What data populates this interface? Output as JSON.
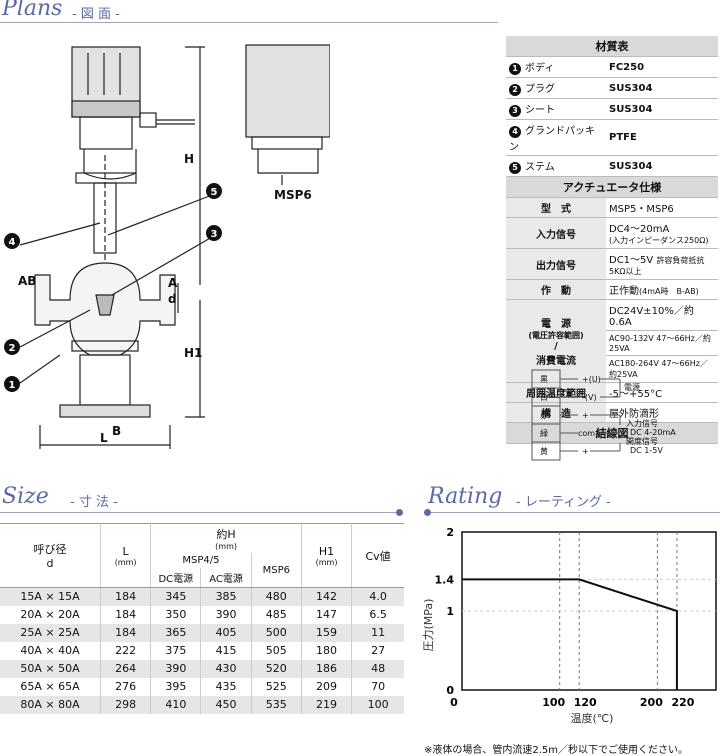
{
  "sections": {
    "plans": {
      "title": "Plans",
      "sub": "- 図 面 -"
    },
    "size": {
      "title": "Size",
      "sub": "- 寸 法 -"
    },
    "rating": {
      "title": "Rating",
      "sub": "- レーティング -"
    }
  },
  "drawing": {
    "labels": {
      "H": "H",
      "H1": "H1",
      "L": "L",
      "B": "B",
      "A": "A",
      "AB": "AB",
      "d": "d",
      "msp6": "MSP6"
    },
    "callouts": [
      "1",
      "2",
      "3",
      "4",
      "5"
    ]
  },
  "materials": {
    "header": "材質表",
    "rows": [
      {
        "n": "1",
        "name": "ボディ",
        "value": "FC250"
      },
      {
        "n": "2",
        "name": "プラグ",
        "value": "SUS304"
      },
      {
        "n": "3",
        "name": "シート",
        "value": "SUS304"
      },
      {
        "n": "4",
        "name": "グランドパッキン",
        "value": "PTFE"
      },
      {
        "n": "5",
        "name": "ステム",
        "value": "SUS304"
      }
    ]
  },
  "actuator": {
    "header": "アクチュエータ仕様",
    "type_label": "型　式",
    "type_value": "MSP5・MSP6",
    "input_label": "入力信号",
    "input_value": "DC4～20mA",
    "input_note": "(入力インピーダンス250Ω)",
    "output_label": "出力信号",
    "output_value": "DC1～5V",
    "output_note": "許容負荷抵抗 5KΩ以上",
    "action_label": "作　動",
    "action_value": "正作動",
    "action_note": "(4mA時　B-AB)",
    "power_label": "電　源",
    "power_sub": "(電圧許容範囲)",
    "power_value": "DC24V±10%／約0.6A",
    "power2_value": "AC90-132V 47～66Hz／約25VA",
    "consume_label": "消費電流",
    "consume_value": "AC180-264V 47～66Hz／約25VA",
    "temp_label": "周囲温度範囲",
    "temp_value": "-5～+55°C",
    "struct_label": "構　造",
    "struct_value": "屋外防滴形"
  },
  "wiring": {
    "header": "結線図",
    "wires": [
      "黒",
      "白",
      "赤",
      "緑",
      "黄"
    ],
    "terms": [
      "+(U)",
      "-(V)",
      "+",
      "com",
      "+"
    ],
    "power": "電源",
    "input": "入力信号",
    "input_v": "DC 4-20mA",
    "open": "開度信号",
    "open_v": "DC 1-5V"
  },
  "size_table": {
    "headers": {
      "nominal": "呼び径",
      "nominal2": "d",
      "L": "L",
      "L_unit": "(mm)",
      "H": "約H",
      "H_unit": "(mm)",
      "msp45": "MSP4/5",
      "dc": "DC電源",
      "ac": "AC電源",
      "msp6": "MSP6",
      "H1": "H1",
      "H1_unit": "(mm)",
      "cv": "Cv値"
    },
    "rows": [
      [
        "15A × 15A",
        "184",
        "345",
        "385",
        "480",
        "142",
        "4.0"
      ],
      [
        "20A × 20A",
        "184",
        "350",
        "390",
        "485",
        "147",
        "6.5"
      ],
      [
        "25A × 25A",
        "184",
        "365",
        "405",
        "500",
        "159",
        "11"
      ],
      [
        "40A × 40A",
        "222",
        "375",
        "415",
        "505",
        "180",
        "27"
      ],
      [
        "50A × 50A",
        "264",
        "390",
        "430",
        "520",
        "186",
        "48"
      ],
      [
        "65A × 65A",
        "276",
        "395",
        "435",
        "525",
        "209",
        "70"
      ],
      [
        "80A × 80A",
        "298",
        "410",
        "450",
        "535",
        "219",
        "100"
      ]
    ]
  },
  "chart_data": {
    "type": "line",
    "xlabel": "温度(℃)",
    "ylabel": "圧力(MPa)",
    "xticks": [
      "0",
      "100",
      "120",
      "200",
      "220"
    ],
    "yticks": [
      "0",
      "1",
      "1.4",
      "2"
    ],
    "xlim": [
      0,
      260
    ],
    "ylim": [
      0,
      2
    ],
    "series": [
      {
        "x": [
          0,
          120,
          220,
          220
        ],
        "y": [
          1.4,
          1.4,
          1.0,
          0
        ]
      }
    ],
    "grid_x": [
      100,
      120,
      200,
      220
    ]
  },
  "footnote": "※液体の場合、管内流速2.5m／秒以下でご使用ください。"
}
